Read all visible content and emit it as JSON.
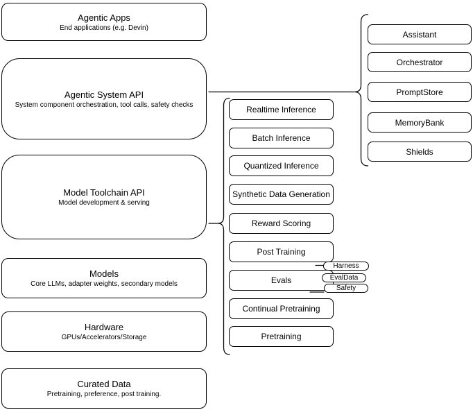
{
  "diagram": {
    "title_implicit": "Agentic system stack diagram",
    "colors": {
      "stroke": "#000000",
      "fill": "#ffffff",
      "text": "#000000"
    },
    "left_stack": [
      {
        "title": "Agentic Apps",
        "subtitle": "End applications (e.g. Devin)"
      },
      {
        "title": "Agentic System API",
        "subtitle": "System component orchestration, tool calls, safety checks"
      },
      {
        "title": "Model Toolchain API",
        "subtitle": "Model development & serving"
      },
      {
        "title": "Models",
        "subtitle": "Core LLMs, adapter weights, secondary models"
      },
      {
        "title": "Hardware",
        "subtitle": "GPUs/Accelerators/Storage"
      },
      {
        "title": "Curated Data",
        "subtitle": "Pretraining, preference, post training."
      }
    ],
    "toolchain_components": [
      "Realtime Inference",
      "Batch Inference",
      "Quantized Inference",
      "Synthetic Data Generation",
      "Reward Scoring",
      "Post Training",
      "Evals",
      "Continual Pretraining",
      "Pretraining"
    ],
    "eval_tags": [
      "Harness",
      "EvalData",
      "Safety"
    ],
    "system_components": [
      "Assistant",
      "Orchestrator",
      "PromptStore",
      "MemoryBank",
      "Shields"
    ]
  }
}
